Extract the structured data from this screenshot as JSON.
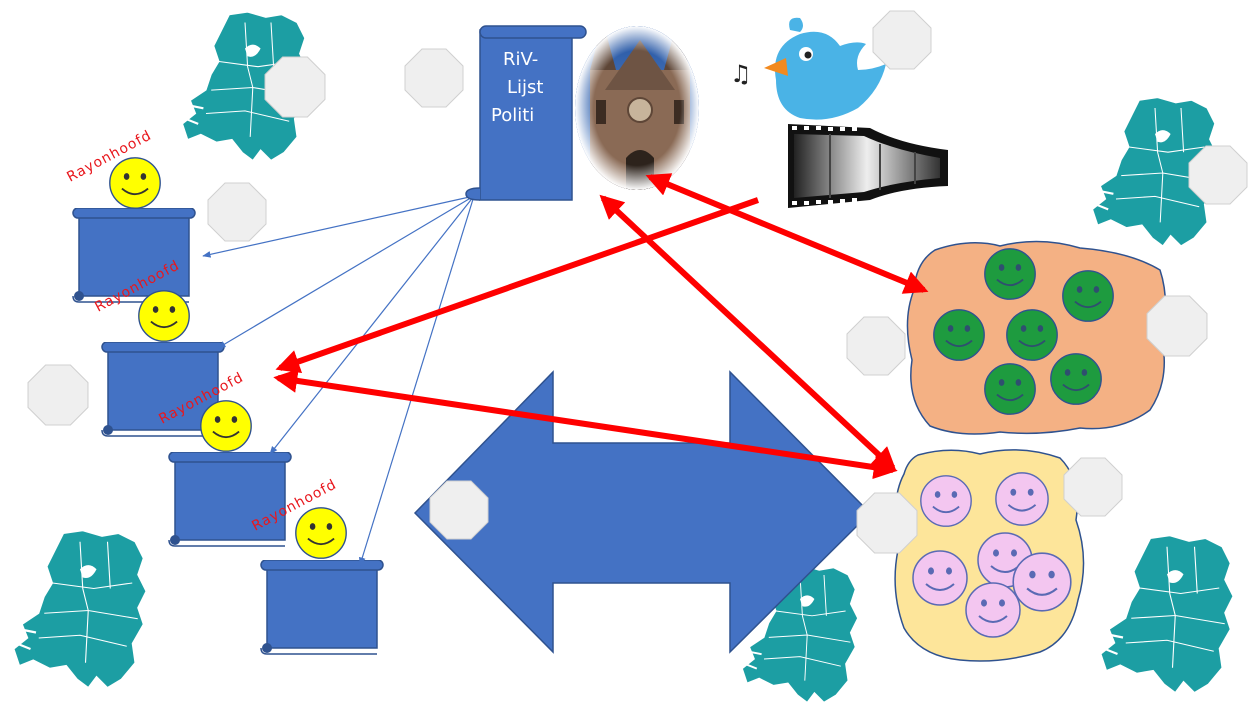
{
  "main_list": {
    "lines": [
      "RiV-",
      "Lijst",
      "Politi"
    ]
  },
  "rayon_label": "Rayonhoofd",
  "colors": {
    "scroll_blue": "#4472c4",
    "scroll_dark": "#2f528f",
    "map_teal": "#1c9ea3",
    "arrow_red": "#fe0000",
    "smiley_yellow": "#ffff00",
    "smiley_green": "#1e9b3f",
    "smiley_pink": "#f3c6f0",
    "blob_orange": "#f4b184",
    "blob_yellow": "#fde59a",
    "bird_blue": "#4ab3e6",
    "placeholder_gray": "#efefef"
  },
  "icons": [
    "netherlands-map-icon",
    "scroll-icon",
    "smiley-icon",
    "bird-icon",
    "film-strip-icon",
    "music-note-icon",
    "building-photo"
  ]
}
